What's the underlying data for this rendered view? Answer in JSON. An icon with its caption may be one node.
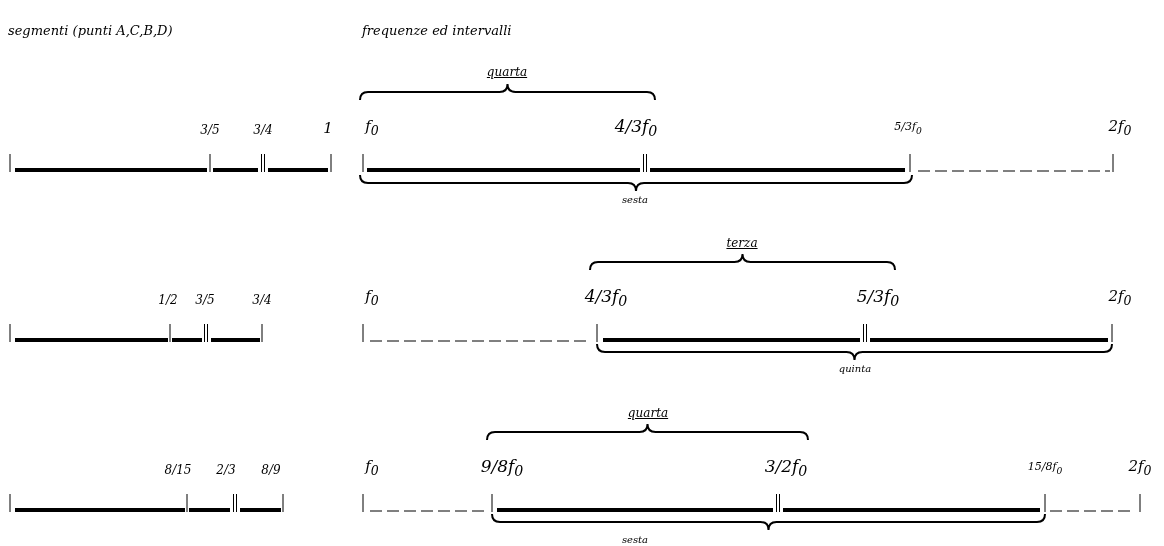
{
  "diagram": {
    "labels": [
      "segmenti (punti A,C,B,D)",
      "frequenze ed intervalli",
      "3/5",
      "3/4",
      "1",
      "quarta",
      "f$_{0}$",
      "4/3f$_{0}$",
      "5/3f$_{0}$",
      "2f$_{0}$",
      "sesta",
      "1/2",
      "3/5",
      "3/4",
      "terza",
      "f$_{0}$",
      "4/3f$_{0}$",
      "5/3f$_{0}$",
      "2f$_{0}$",
      "quinta",
      "8/15",
      "2/3",
      "8/9",
      "quarta",
      "f$_{0}$",
      "9/8f$_{0}$",
      "3/2f$_{0}$",
      "15/8f$_{0}$",
      "2f$_{0}$",
      "sesta"
    ]
  }
}
